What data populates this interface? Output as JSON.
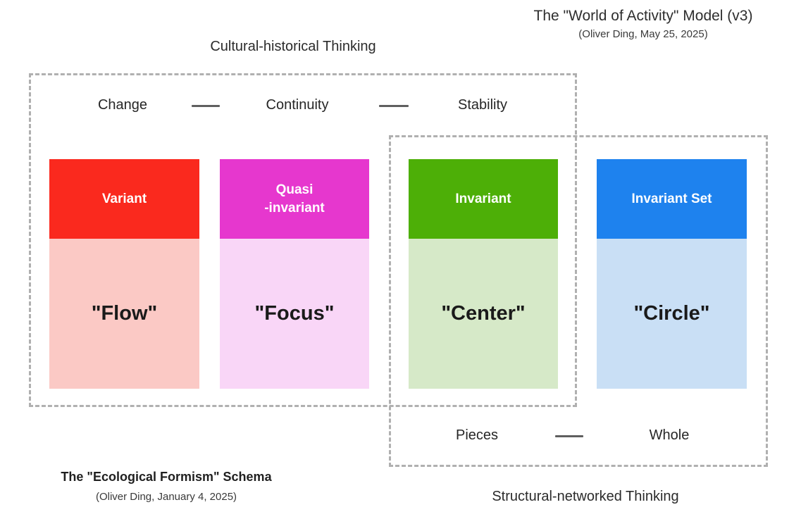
{
  "model_title": {
    "title": "The \"World of Activity\" Model (v3)",
    "attribution": "(Oliver Ding, May 25, 2025)"
  },
  "cultural_region": {
    "label": "Cultural-historical Thinking",
    "axis_labels": [
      "Change",
      "Continuity",
      "Stability"
    ]
  },
  "structural_region": {
    "label": "Structural-networked Thinking",
    "axis_labels": [
      "Pieces",
      "Whole"
    ]
  },
  "cards": [
    {
      "label": "Variant",
      "quote": "\"Flow\"",
      "header_color": "#fa291e",
      "body_color": "#fbc9c5"
    },
    {
      "label": "Quasi\n-invariant",
      "quote": "\"Focus\"",
      "header_color": "#e637ce",
      "body_color": "#f9d6f7"
    },
    {
      "label": "Invariant",
      "quote": "\"Center\"",
      "header_color": "#4daf07",
      "body_color": "#d6e9c8"
    },
    {
      "label": "Invariant Set",
      "quote": "\"Circle\"",
      "header_color": "#1e82ee",
      "body_color": "#c9dff5"
    }
  ],
  "schema_footer": {
    "title": "The \"Ecological Formism\" Schema",
    "attribution": "(Oliver Ding, January 4, 2025)"
  },
  "colors": {
    "dashed_border": "#b0b0b0",
    "connector": "#5f5f5f"
  }
}
